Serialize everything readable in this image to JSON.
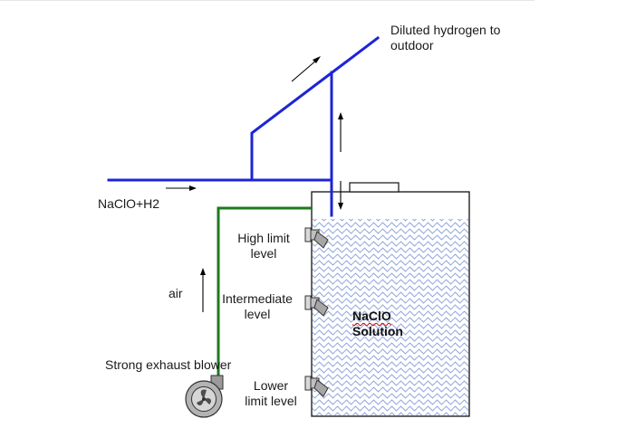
{
  "labels": {
    "outlet_line1": "Diluted hydrogen to",
    "outlet_line2": "outdoor",
    "inlet": "NaClO+H2",
    "air": "air",
    "blower": "Strong exhaust blower",
    "high_line1": "High limit",
    "high_line2": "level",
    "mid_line1": "Intermediate",
    "mid_line2": "level",
    "low_line1": "Lower",
    "low_line2": "limit level",
    "solution_line1": "NaClO",
    "solution_line2": "Solution"
  },
  "colors": {
    "pipe_blue": "#1c25d6",
    "air_green": "#1d7a1d",
    "tank_outline": "#111111",
    "liquid_wave": "#8aa0d8",
    "sensor_gray": "#9a9a9a",
    "spell_underline": "#d40000"
  },
  "icons": {
    "blower": "fan-icon",
    "sensor": "level-sensor-icon",
    "arrow": "arrow-icon"
  }
}
